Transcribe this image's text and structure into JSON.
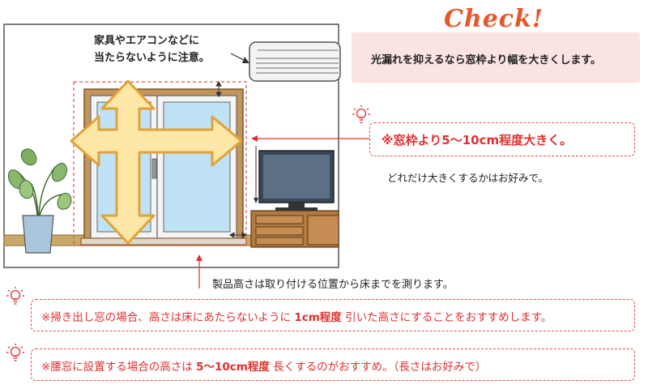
{
  "note_furniture": {
    "line1": "家具やエアコンなどに",
    "line2": "当たらないように注意。"
  },
  "check": {
    "title": "Check!",
    "text": "光漏れを抑えるなら窓枠より幅を大きくします。"
  },
  "tip_width": {
    "prefix": "※窓枠より",
    "highlight": "5〜10cm程度",
    "suffix": "大きく。",
    "sub": "どれだけ大きくするかはお好みで。"
  },
  "measure_note": "製品高さは取り付ける位置から床までを測ります。",
  "tip_sweep": {
    "prefix": "※掃き出し窓の場合、高さは床にあたらないように",
    "highlight": "1cm程度",
    "suffix": "引いた高さにすることをおすすめします。"
  },
  "tip_waist": {
    "prefix": "※腰窓に設置する場合の高さは",
    "highlight": "5〜10cm程度",
    "suffix": "長くするのがおすすめ。（長さはお好みで）"
  },
  "colors": {
    "accent_red": "#e03030",
    "check_orange": "#e8572a",
    "check_bg": "#fbe3e3",
    "arrow_fill": "#fde7a6",
    "arrow_stroke": "#e0a23a",
    "glass": "#bfe3f5",
    "frame_brown": "#a87a3a",
    "floor": "#c9a96a"
  },
  "icons": [
    "lightbulb-icon",
    "double-arrow-icon",
    "air-conditioner-icon",
    "tv-icon",
    "plant-icon"
  ]
}
